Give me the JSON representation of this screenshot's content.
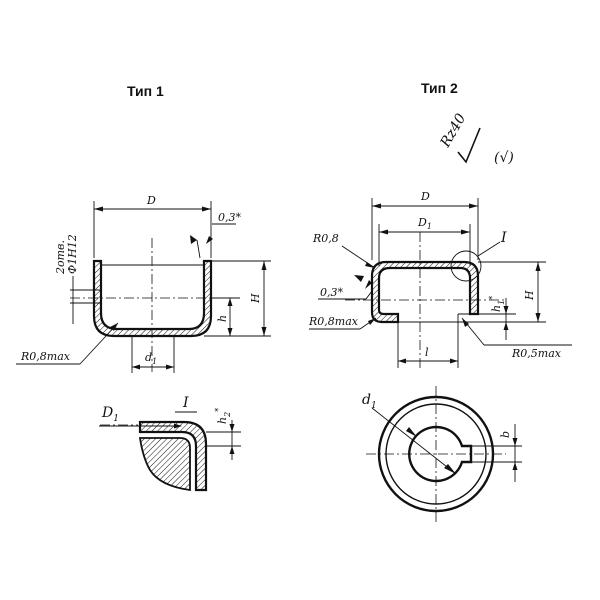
{
  "type1": {
    "title": "Тип 1",
    "dim_D": "D",
    "dim_03": "0,3*",
    "holes_line1": "2отв.",
    "holes_line2": "Ф1Н12",
    "dim_H": "H",
    "dim_h": "h",
    "radius": "R0,8max",
    "dim_d1": "d",
    "dim_d1_sub": "1",
    "detail_D1": "D",
    "detail_D1_sub": "1",
    "detail_mark": "I",
    "detail_h2": "h",
    "detail_h2_sup": "*",
    "detail_h2_sub": "2"
  },
  "type2": {
    "title": "Тип 2",
    "roughness": "Rz40",
    "roughness_paren": "(√)",
    "dim_D": "D",
    "dim_D1": "D",
    "dim_D1_sub": "1",
    "detail_mark": "I",
    "radius_r08": "R0,8",
    "dim_03": "0,3*",
    "radius_r08max": "R0,8max",
    "dim_h1": "h",
    "dim_h1_sup": "*",
    "dim_h1_sub": "1",
    "dim_H": "H",
    "radius_r05max": "R0,5max",
    "dim_l": "l",
    "view_d1": "d",
    "view_d1_sub": "1",
    "view_b": "b"
  }
}
